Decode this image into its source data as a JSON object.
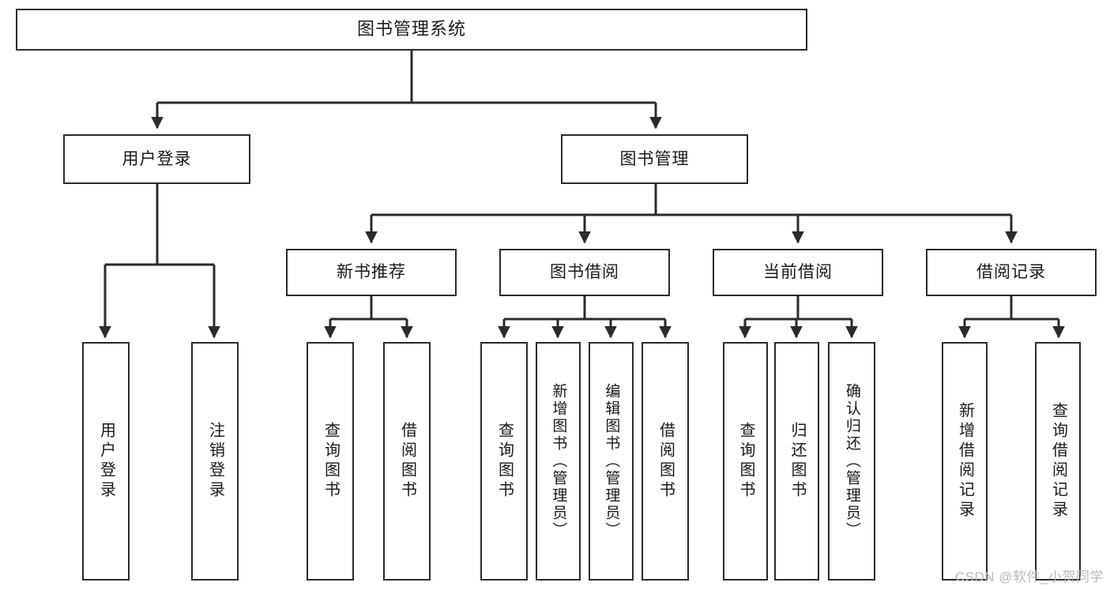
{
  "diagram": {
    "type": "tree",
    "title": "图书管理系统",
    "root": {
      "id": "root",
      "label": "图书管理系统"
    },
    "level1": [
      {
        "id": "user-login",
        "label": "用户登录"
      },
      {
        "id": "book-manage",
        "label": "图书管理"
      }
    ],
    "level2": [
      {
        "id": "new-book-recommend",
        "label": "新书推荐",
        "parent": "book-manage"
      },
      {
        "id": "book-borrow",
        "label": "图书借阅",
        "parent": "book-manage"
      },
      {
        "id": "current-borrow",
        "label": "当前借阅",
        "parent": "book-manage"
      },
      {
        "id": "borrow-record",
        "label": "借阅记录",
        "parent": "book-manage"
      }
    ],
    "leaves": [
      {
        "id": "leaf-user-login",
        "label": "用户登录",
        "parent": "user-login"
      },
      {
        "id": "leaf-logout",
        "label": "注销登录",
        "parent": "user-login"
      },
      {
        "id": "leaf-query-book-1",
        "label": "查询图书",
        "parent": "new-book-recommend"
      },
      {
        "id": "leaf-borrow-book-1",
        "label": "借阅图书",
        "parent": "new-book-recommend"
      },
      {
        "id": "leaf-query-book-2",
        "label": "查询图书",
        "parent": "book-borrow"
      },
      {
        "id": "leaf-add-book",
        "label": "新增图书（管理员）",
        "parent": "book-borrow"
      },
      {
        "id": "leaf-edit-book",
        "label": "编辑图书（管理员）",
        "parent": "book-borrow"
      },
      {
        "id": "leaf-borrow-book-2",
        "label": "借阅图书",
        "parent": "book-borrow"
      },
      {
        "id": "leaf-query-book-3",
        "label": "查询图书",
        "parent": "current-borrow"
      },
      {
        "id": "leaf-return-book",
        "label": "归还图书",
        "parent": "current-borrow"
      },
      {
        "id": "leaf-confirm-return",
        "label": "确认归还（管理员）",
        "parent": "current-borrow"
      },
      {
        "id": "leaf-add-record",
        "label": "新增借阅记录",
        "parent": "borrow-record"
      },
      {
        "id": "leaf-query-record",
        "label": "查询借阅记录",
        "parent": "borrow-record"
      }
    ],
    "colors": {
      "stroke": "#2b2b2b",
      "fill": "#ffffff",
      "text": "#1a1a1a",
      "watermark": "#b9b9b9"
    }
  },
  "watermark": {
    "text": "CSDN @软件_小贺同学"
  }
}
